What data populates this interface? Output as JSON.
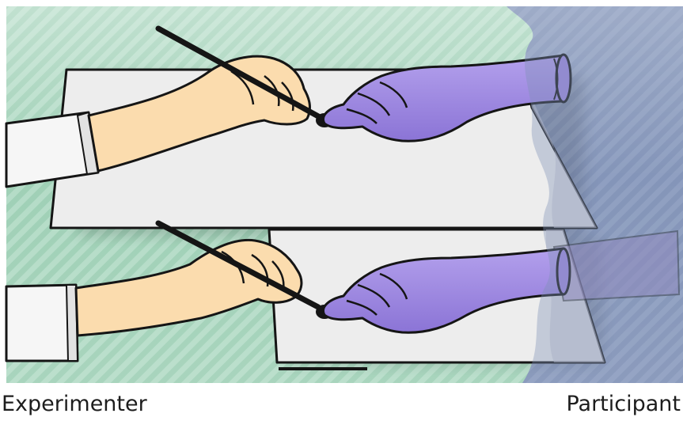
{
  "labels": {
    "left": "Experimenter",
    "right": "Participant"
  },
  "colors": {
    "experimenter_background": "#9ccdb4",
    "participant_background": "#8b9bbd",
    "glove": "#9e88e0",
    "skin": "#fbdcae",
    "sleeve": "#f6f6f6",
    "paper": "#ededed",
    "outline": "#151515"
  },
  "icons": {
    "experimenter_hand": "bare-hand-holding-brush",
    "participant_hand": "purple-gloved-hand",
    "tool": "brush"
  }
}
